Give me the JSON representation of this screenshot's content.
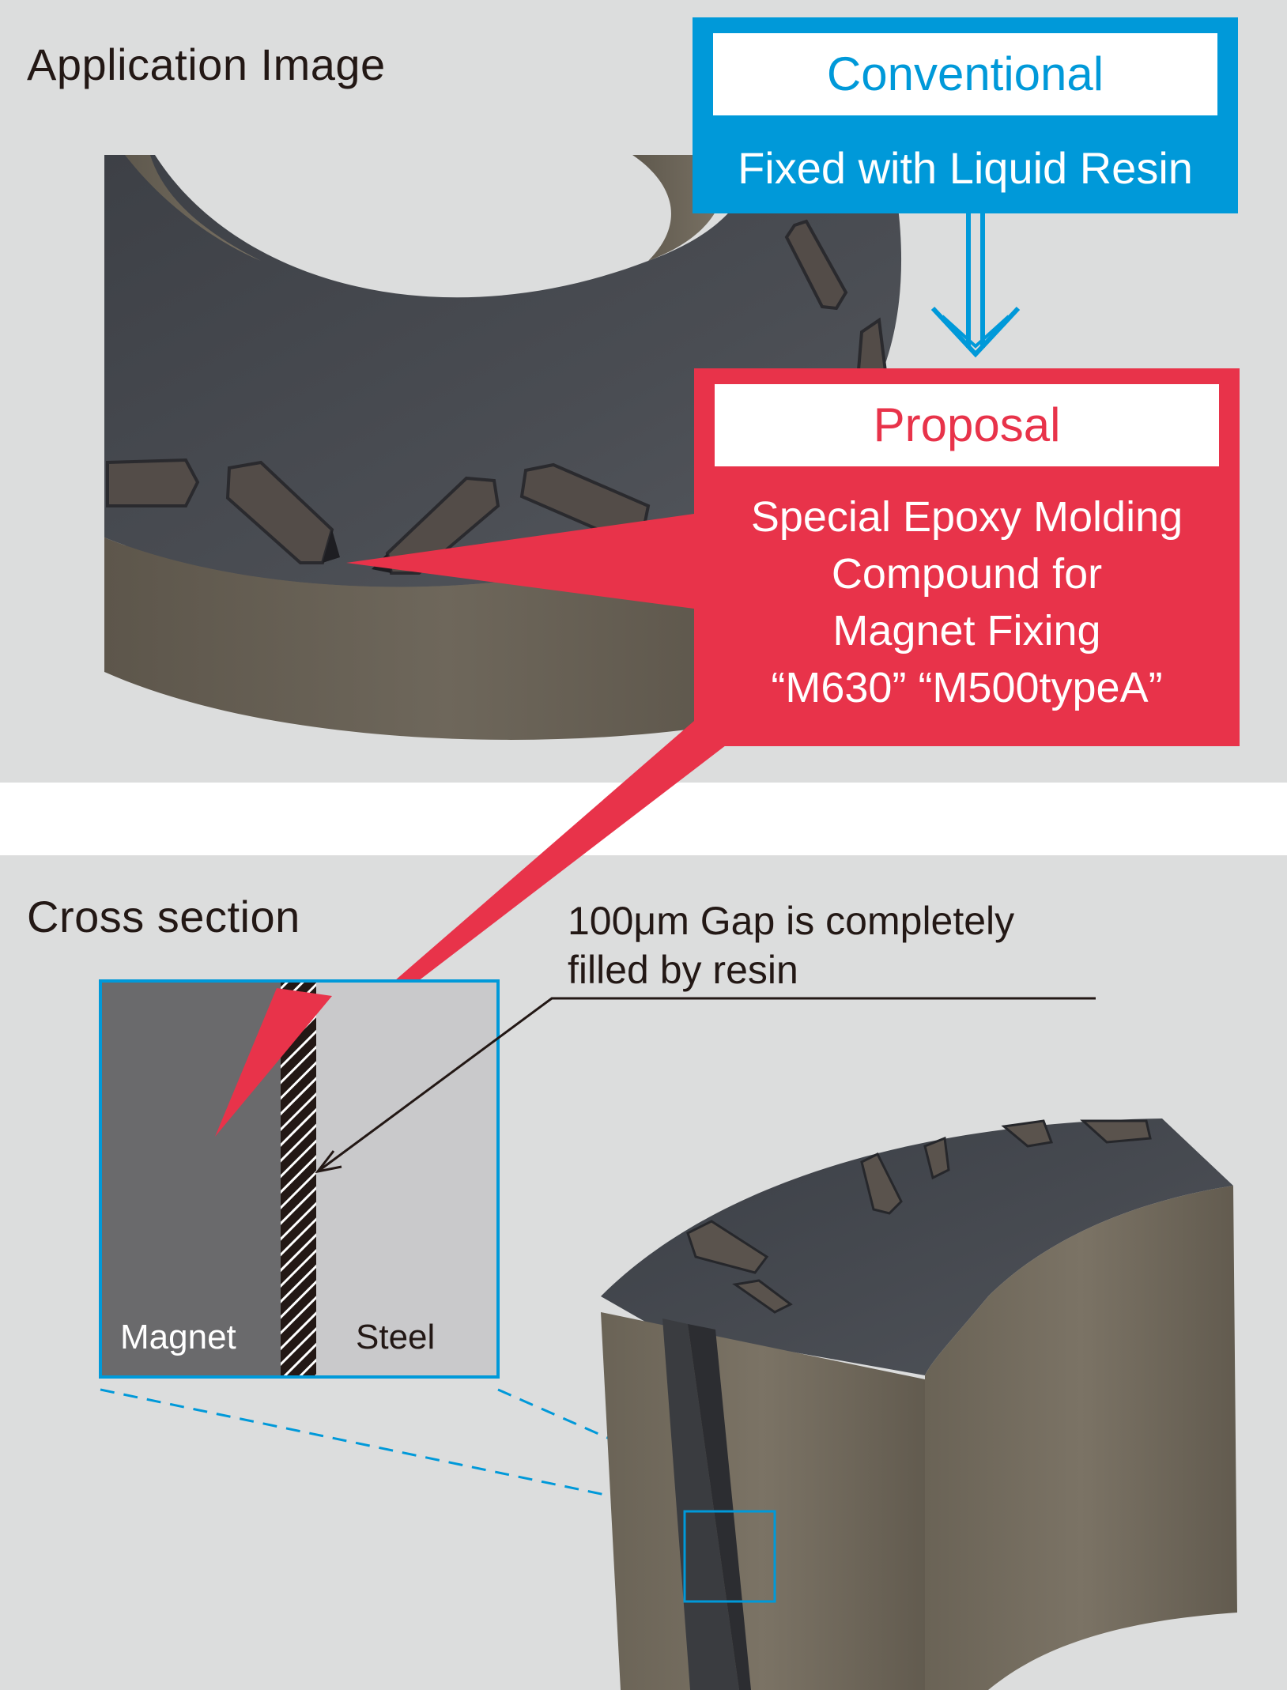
{
  "sections": {
    "application_image": "Application Image",
    "cross_section": "Cross section"
  },
  "conventional": {
    "title": "Conventional",
    "description": "Fixed with Liquid Resin"
  },
  "proposal": {
    "title": "Proposal",
    "description_lines": [
      "Special Epoxy Molding",
      "Compound for",
      "Magnet Fixing",
      "“M630”  “M500typeA”"
    ]
  },
  "cross_section_diagram": {
    "magnet_label": "Magnet",
    "steel_label": "Steel",
    "gap_note_lines": [
      "100μm Gap is completely",
      "filled by resin"
    ]
  },
  "colors": {
    "panel_bg": "#dcdddd",
    "conventional_blue": "#0099d9",
    "proposal_red": "#e8334a",
    "magnet_gray": "#6a6a6c",
    "steel_light": "#c9c9cb"
  }
}
